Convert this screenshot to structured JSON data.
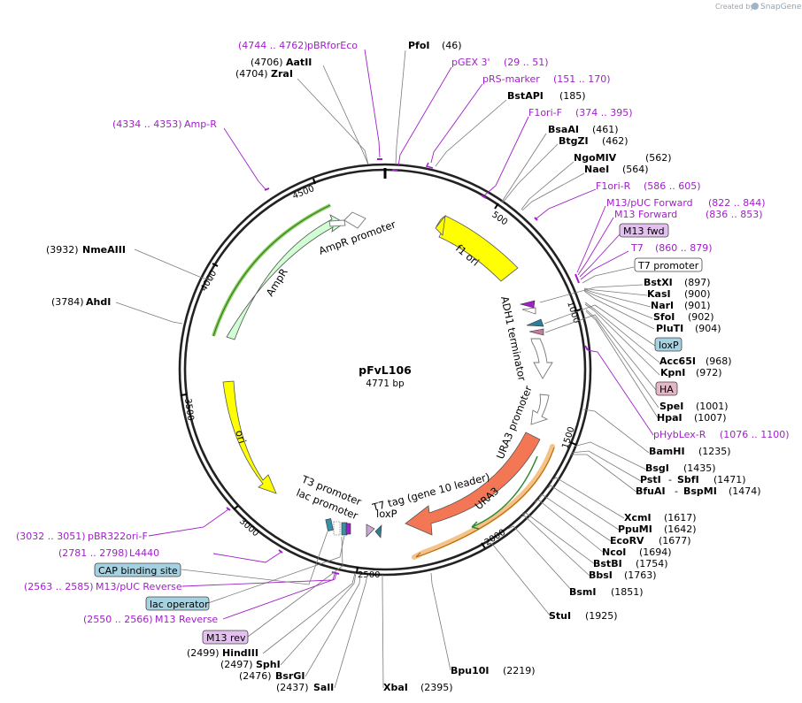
{
  "credit": {
    "prefix": "Created by",
    "brand": "SnapGene"
  },
  "plasmid": {
    "name": "pFvL106",
    "size": "4771 bp"
  },
  "ticks": [
    "500",
    "1000",
    "1500",
    "2000",
    "2500",
    "3000",
    "3500",
    "4000",
    "4500"
  ],
  "features": {
    "f1_ori": "f1 ori",
    "adh1_terminator": "ADH1 terminator",
    "ura3_promoter": "URA3 promoter",
    "ura3": "URA3",
    "ori": "ori",
    "ampr": "AmpR",
    "ampr_promoter": "AmpR promoter",
    "t3_promoter": "T3 promoter",
    "lac_promoter": "lac promoter",
    "t7_tag": "T7 tag (gene 10 leader)",
    "loxp_inner": "loxP"
  },
  "sites": {
    "pfoi": {
      "name": "PfoI",
      "pos": "(46)"
    },
    "aatii": {
      "name": "AatII",
      "pos": "(4706)"
    },
    "zrai": {
      "name": "ZraI",
      "pos": "(4704)"
    },
    "bstapi": {
      "name": "BstAPI",
      "pos": "(185)"
    },
    "bsaai": {
      "name": "BsaAI",
      "pos": "(461)"
    },
    "btgzi": {
      "name": "BtgZI",
      "pos": "(462)"
    },
    "ngomiv": {
      "name": "NgoMIV",
      "pos": "(562)"
    },
    "naei": {
      "name": "NaeI",
      "pos": "(564)"
    },
    "bstxi": {
      "name": "BstXI",
      "pos": "(897)"
    },
    "kasi": {
      "name": "KasI",
      "pos": "(900)"
    },
    "nari": {
      "name": "NarI",
      "pos": "(901)"
    },
    "sfoi": {
      "name": "SfoI",
      "pos": "(902)"
    },
    "pluti": {
      "name": "PluTI",
      "pos": "(904)"
    },
    "acc65i": {
      "name": "Acc65I",
      "pos": "(968)"
    },
    "kpni": {
      "name": "KpnI",
      "pos": "(972)"
    },
    "spei": {
      "name": "SpeI",
      "pos": "(1001)"
    },
    "hpai": {
      "name": "HpaI",
      "pos": "(1007)"
    },
    "bamhi": {
      "name": "BamHI",
      "pos": "(1235)"
    },
    "bsgi": {
      "name": "BsgI",
      "pos": "(1435)"
    },
    "psti": {
      "name": "PstI",
      "pos": "(1471)"
    },
    "sbfi": {
      "name": "SbfI",
      "pos": ""
    },
    "bfuai": {
      "name": "BfuAI",
      "pos": "(1474)"
    },
    "bspmi": {
      "name": "BspMI",
      "pos": ""
    },
    "xcmi": {
      "name": "XcmI",
      "pos": "(1617)"
    },
    "ppumi": {
      "name": "PpuMI",
      "pos": "(1642)"
    },
    "ecorv": {
      "name": "EcoRV",
      "pos": "(1677)"
    },
    "ncoi": {
      "name": "NcoI",
      "pos": "(1694)"
    },
    "bstbi": {
      "name": "BstBI",
      "pos": "(1754)"
    },
    "bbsi": {
      "name": "BbsI",
      "pos": "(1763)"
    },
    "bsmi": {
      "name": "BsmI",
      "pos": "(1851)"
    },
    "stui": {
      "name": "StuI",
      "pos": "(1925)"
    },
    "bpu10i": {
      "name": "Bpu10I",
      "pos": "(2219)"
    },
    "xbai": {
      "name": "XbaI",
      "pos": "(2395)"
    },
    "sali": {
      "name": "SalI",
      "pos": "(2437)"
    },
    "bsrgi": {
      "name": "BsrGI",
      "pos": "(2476)"
    },
    "sphi": {
      "name": "SphI",
      "pos": "(2497)"
    },
    "hindiii": {
      "name": "HindIII",
      "pos": "(2499)"
    },
    "nmeaiii": {
      "name": "NmeAIII",
      "pos": "(3932)"
    },
    "ahdi": {
      "name": "AhdI",
      "pos": "(3784)"
    }
  },
  "primers": {
    "pbrforeco": {
      "range": "(4744 .. 4762)",
      "name": "pBRforEco"
    },
    "pgex3": {
      "range": "(29 .. 51)",
      "name": "pGEX 3'"
    },
    "prsmarker": {
      "range": "(151 .. 170)",
      "name": "pRS-marker"
    },
    "f1orif": {
      "range": "(374 .. 395)",
      "name": "F1ori-F"
    },
    "f1orir": {
      "range": "(586 .. 605)",
      "name": "F1ori-R"
    },
    "m13pucfwd": {
      "range": "(822 .. 844)",
      "name": "M13/pUC Forward"
    },
    "m13fwd": {
      "range": "(836 .. 853)",
      "name": "M13 Forward"
    },
    "t7": {
      "range": "(860 .. 879)",
      "name": "T7"
    },
    "phyblexr": {
      "range": "(1076 .. 1100)",
      "name": "pHybLex-R"
    },
    "ampr": {
      "range": "(4334 .. 4353)",
      "name": "Amp-R"
    },
    "pbr322orif": {
      "range": "(3032 .. 3051)",
      "name": "pBR322ori-F"
    },
    "l4440": {
      "range": "(2781 .. 2798)",
      "name": "L4440"
    },
    "m13pucrev": {
      "range": "(2563 .. 2585)",
      "name": "M13/pUC Reverse"
    },
    "m13rev_primer": {
      "range": "(2550 .. 2566)",
      "name": "M13 Reverse"
    }
  },
  "boxes": {
    "m13fwd": "M13 fwd",
    "t7promoter": "T7 promoter",
    "loxp": "loxP",
    "ha": "HA",
    "capsite": "CAP binding site",
    "lacoperator": "lac operator",
    "m13rev": "M13 rev"
  },
  "colors": {
    "ori": "#ffff00",
    "ura3": "#f47755",
    "ampr": "#cfffd2",
    "primer": "#a020c8",
    "backbone": "#000000"
  }
}
